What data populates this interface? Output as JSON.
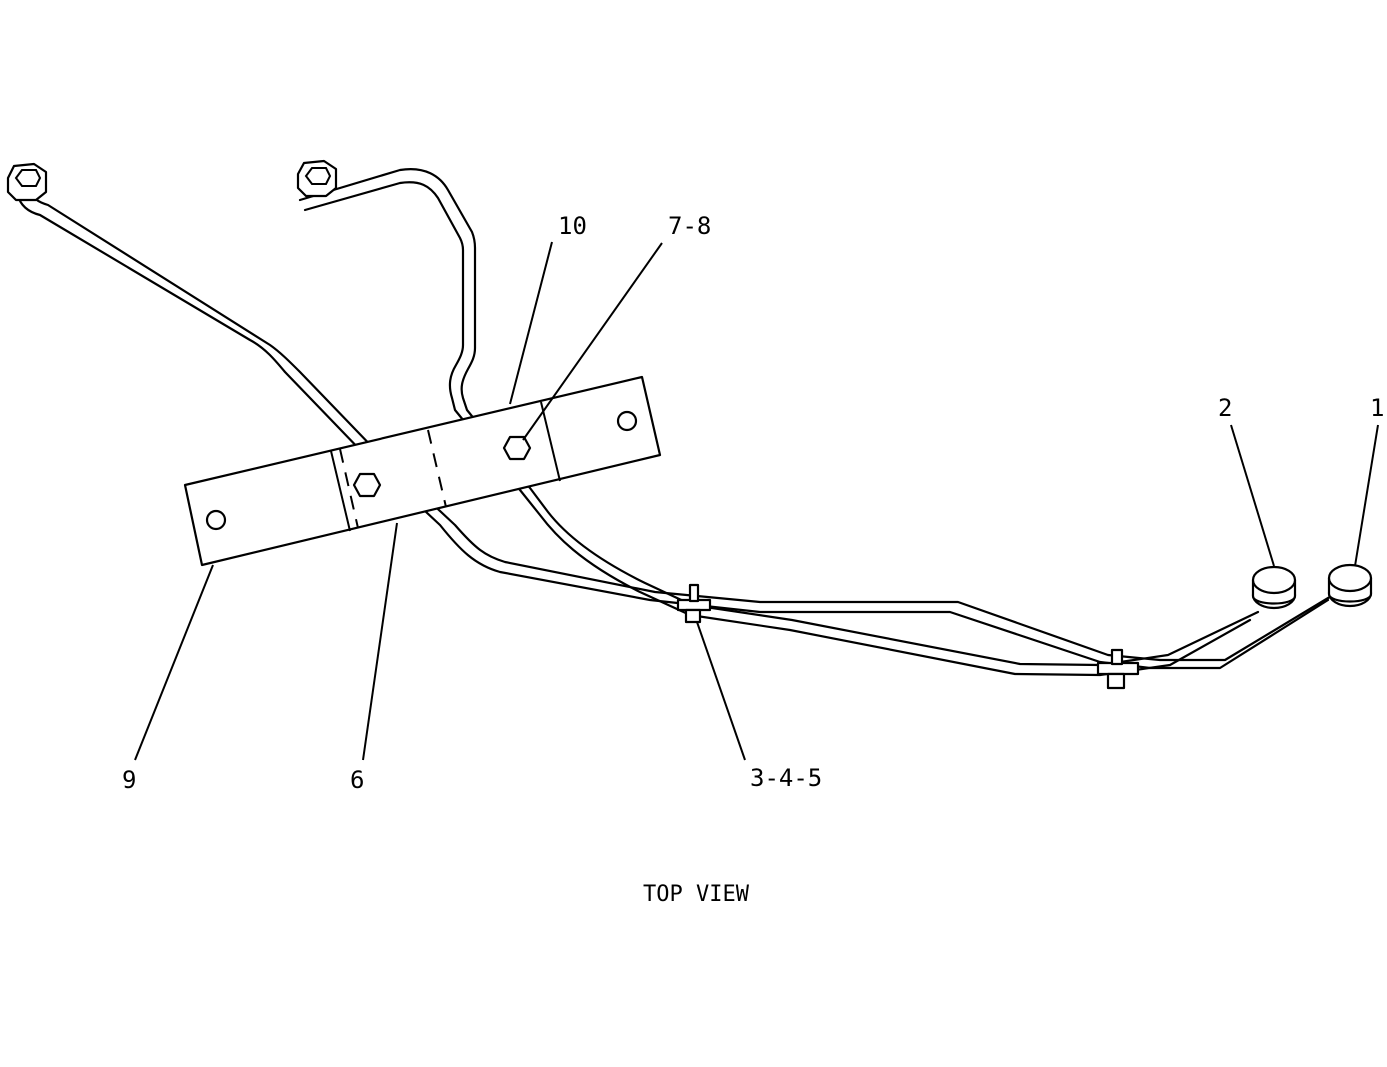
{
  "view_label": "TOP VIEW",
  "callouts": {
    "c1": "1",
    "c2": "2",
    "c345": "3-4-5",
    "c6": "6",
    "c78": "7-8",
    "c9": "9",
    "c10": "10"
  },
  "colors": {
    "line": "#000000",
    "background": "#ffffff"
  }
}
